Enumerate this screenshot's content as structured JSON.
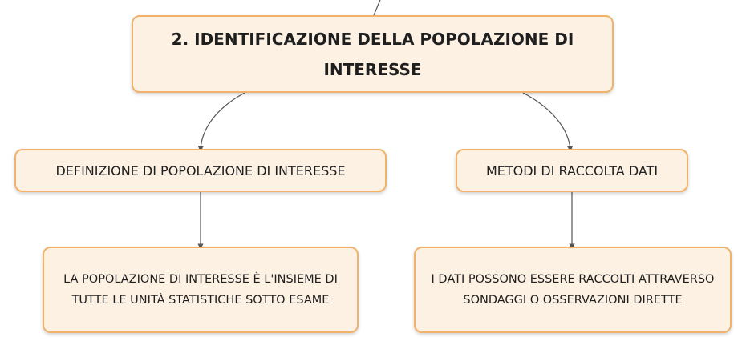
{
  "root": {
    "title": "2. IDENTIFICAZIONE DELLA POPOLAZIONE DI INTERESSE"
  },
  "branches": [
    {
      "label": "DEFINIZIONE DI POPOLAZIONE DI INTERESSE",
      "detail": "LA POPOLAZIONE DI INTERESSE È L'INSIEME DI TUTTE LE UNITÀ STATISTICHE SOTTO ESAME"
    },
    {
      "label": "METODI DI RACCOLTA DATI",
      "detail": "I DATI POSSONO ESSERE RACCOLTI ATTRAVERSO SONDAGGI O OSSERVAZIONI DIRETTE"
    }
  ],
  "colors": {
    "node_fill": "#fdf1e4",
    "node_border": "#f1b26a",
    "connector": "#555555"
  }
}
